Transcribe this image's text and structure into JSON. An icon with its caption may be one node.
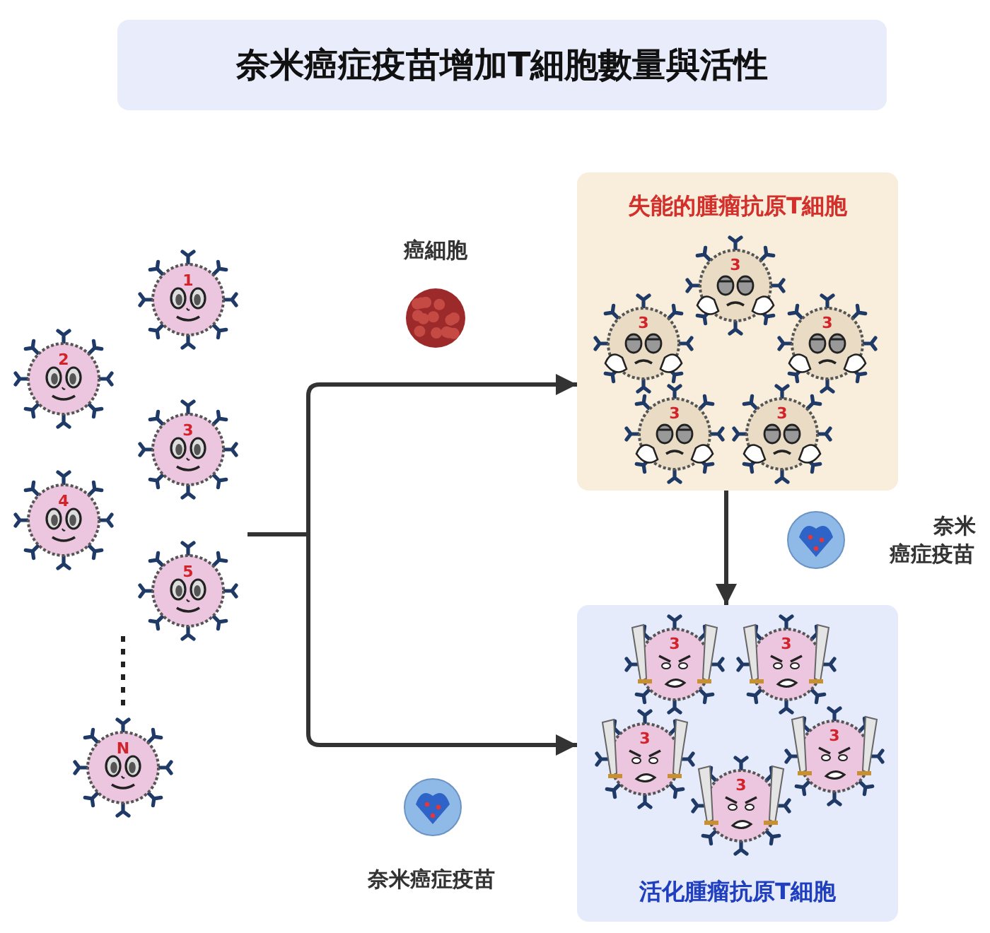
{
  "diagram": {
    "title": "奈米癌症疫苗增加T細胞數量與活性",
    "nodes": [
      {
        "text": [
          "1"
        ]
      },
      {
        "text": [
          "2"
        ]
      },
      {
        "text": [
          "3"
        ]
      },
      {
        "text": [
          "4"
        ]
      },
      {
        "text": [
          "5"
        ]
      },
      {
        "text": [
          "N"
        ]
      },
      {
        "text": [
          "失能的腫瘤抗原T細胞"
        ]
      },
      {
        "text": [
          "3"
        ],
        "in": 6
      },
      {
        "text": [
          "3"
        ],
        "in": 6
      },
      {
        "text": [
          "3"
        ],
        "in": 6
      },
      {
        "text": [
          "3"
        ],
        "in": 6
      },
      {
        "text": [
          "3"
        ],
        "in": 6
      },
      {
        "text": [
          "活化腫瘤抗原T細胞"
        ]
      },
      {
        "text": [
          "3"
        ],
        "in": 12
      },
      {
        "text": [
          "3"
        ],
        "in": 12
      },
      {
        "text": [
          "3"
        ],
        "in": 12
      },
      {
        "text": [
          "3"
        ],
        "in": 12
      },
      {
        "text": [
          "3"
        ],
        "in": 12
      }
    ],
    "edges": [
      {
        "from": null,
        "to": 6,
        "arrow": "to"
      },
      {
        "from": null,
        "to": 12,
        "arrow": "to"
      },
      {
        "from": 6,
        "to": 12,
        "arrow": "to"
      }
    ],
    "labels": [
      "癌細胞",
      "奈米癌症疫苗",
      "奈米癌症疫苗"
    ]
  }
}
